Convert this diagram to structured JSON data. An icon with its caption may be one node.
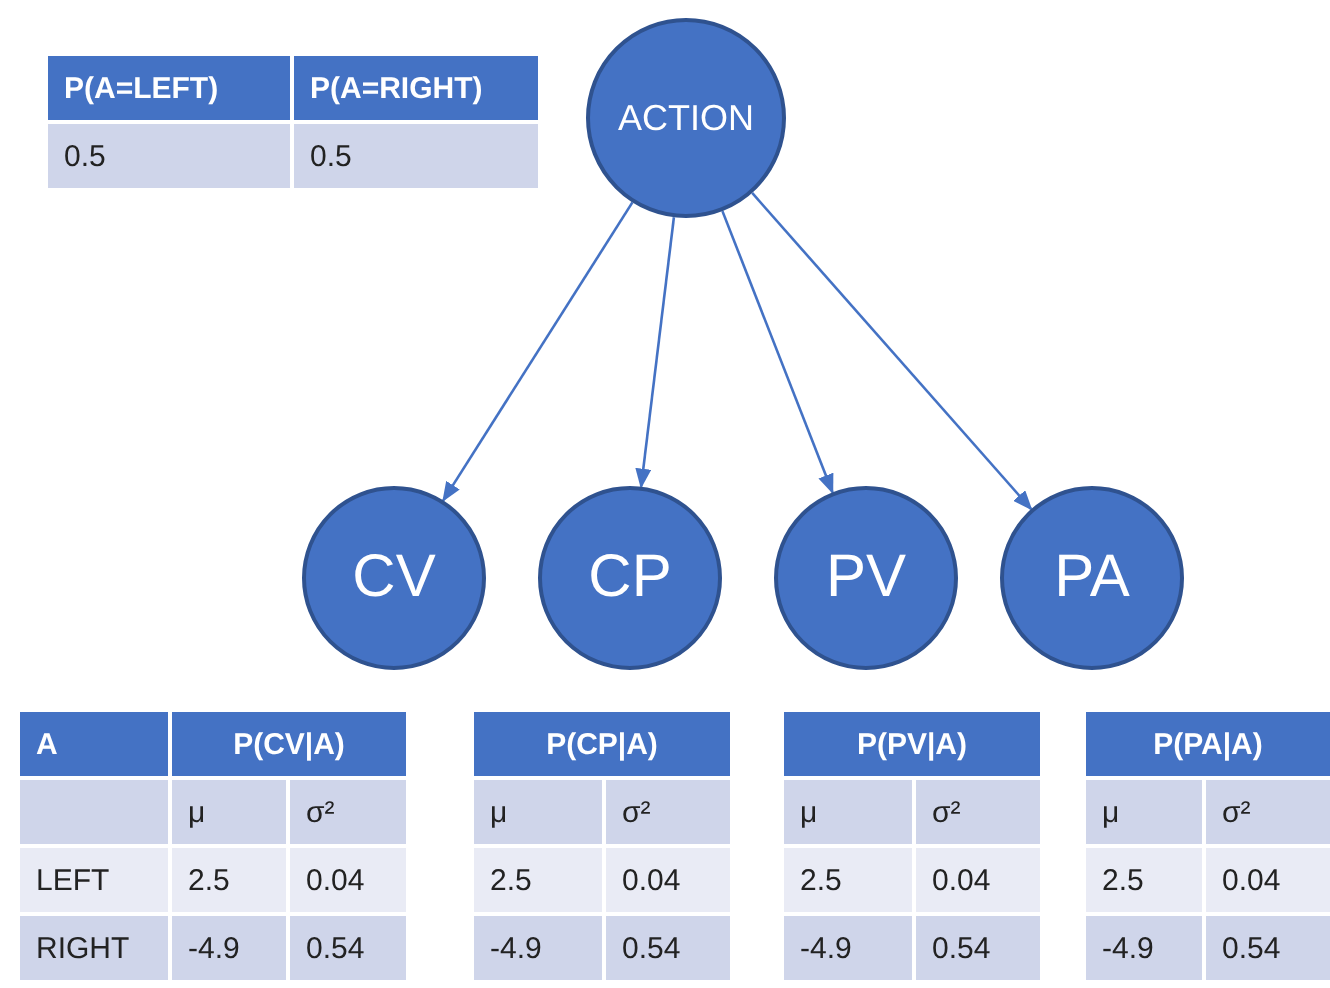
{
  "diagram": {
    "nodes": [
      {
        "text": [
          "ACTION"
        ]
      },
      {
        "text": [
          "CV"
        ]
      },
      {
        "text": [
          "CP"
        ]
      },
      {
        "text": [
          "PV"
        ]
      },
      {
        "text": [
          "PA"
        ]
      }
    ],
    "edges": [
      {
        "from": 0,
        "to": 1,
        "arrow": "to"
      },
      {
        "from": 0,
        "to": 2,
        "arrow": "to"
      },
      {
        "from": 0,
        "to": 3,
        "arrow": "to"
      },
      {
        "from": 0,
        "to": 4,
        "arrow": "to"
      }
    ],
    "labels": [
      "P(A=LEFT)",
      "P(A=RIGHT)",
      "0.5",
      "0.5",
      "A",
      "P(CV|A)",
      "μ",
      "σ²",
      "LEFT",
      "2.5",
      "0.04",
      "RIGHT",
      "-4.9",
      "0.54",
      "P(CP|A)",
      "μ",
      "σ²",
      "2.5",
      "0.04",
      "-4.9",
      "0.54",
      "P(PV|A)",
      "μ",
      "σ²",
      "2.5",
      "0.04",
      "-4.9",
      "0.54",
      "P(PA|A)",
      "μ",
      "σ²",
      "2.5",
      "0.04",
      "-4.9",
      "0.54"
    ]
  }
}
